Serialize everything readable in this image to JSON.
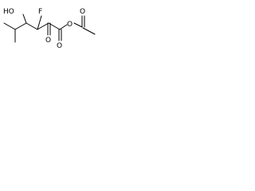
{
  "structure": {
    "kind": "skeletal-formula",
    "bond_color": "#000000",
    "label_color": "#000000",
    "background": "#ffffff",
    "atoms": {
      "hydroxyl": "HO",
      "fluorine": "F",
      "ketone_oxygen": "O",
      "ester_ring_oxygen": "O",
      "ester_carbonyl_oxygen": "O",
      "acetyl_carbonyl_oxygen": "O"
    }
  }
}
